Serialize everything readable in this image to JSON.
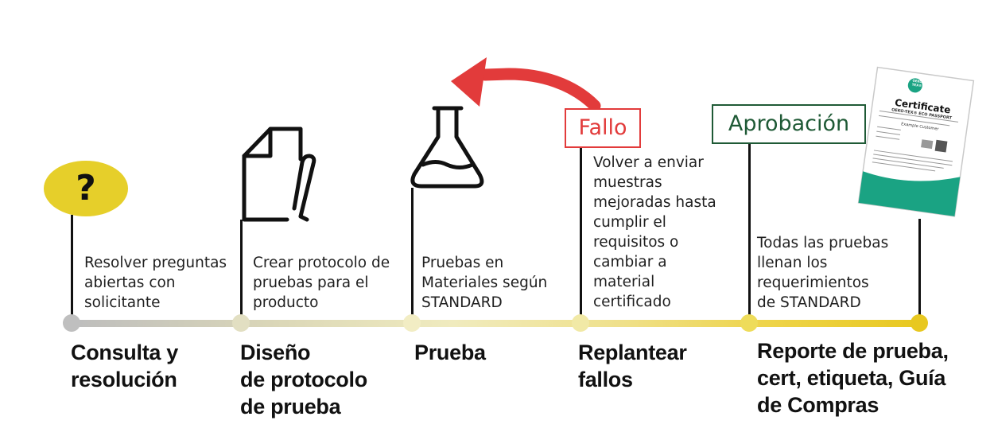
{
  "steps": [
    {
      "id": "consulta",
      "stage": "Consulta y\nresolución",
      "desc": "Resolver preguntas\nabiertas con\nsolicitante",
      "node_color": "#bfbfbf",
      "icon": "question-icon"
    },
    {
      "id": "diseno",
      "stage": "Diseño\nde protocolo\nde prueba",
      "desc": "Crear protocolo de\npruebas para el\nproducto",
      "node_color": "#e2dfc2",
      "icon": "document-pen-icon"
    },
    {
      "id": "prueba",
      "stage": "Prueba",
      "desc": "Pruebas en\nMateriales según\nSTANDARD",
      "node_color": "#f2edc4",
      "icon": "flask-icon"
    },
    {
      "id": "replantear",
      "stage": "Replantear\nfallos",
      "desc": "Volver a enviar\nmuestras\nmejoradas hasta\ncumplir el\nrequisitos o\ncambiar a\nmaterial\ncertificado",
      "node_color": "#f1e9a6",
      "icon": ""
    },
    {
      "id": "reporte",
      "stage": "Reporte de prueba,\ncert, etiqueta, Guía\nde Compras",
      "desc": "Todas las pruebas\nllenan los\nrequerimientos\nde STANDARD",
      "node_color": "#eedc5a",
      "icon": "certificate-icon"
    },
    {
      "id": "end",
      "stage": "",
      "desc": "",
      "node_color": "#e8c820",
      "icon": ""
    }
  ],
  "labels": {
    "fail": "Fallo",
    "approval": "Aprobación",
    "question_mark": "?"
  },
  "certificate": {
    "title": "Certificate",
    "subtitle": "OEKO-TEX® ECO PASSPORT",
    "customer": "Example Customer",
    "badge_line1": "OEKO",
    "badge_line2": "TEX®"
  },
  "colors": {
    "fail": "#e23b3b",
    "approval": "#1f5a36",
    "question_bg": "#e6cf2a",
    "cert_green": "#1aa383",
    "timeline_start": "#bdbdbd",
    "timeline_end": "#e8c820"
  }
}
